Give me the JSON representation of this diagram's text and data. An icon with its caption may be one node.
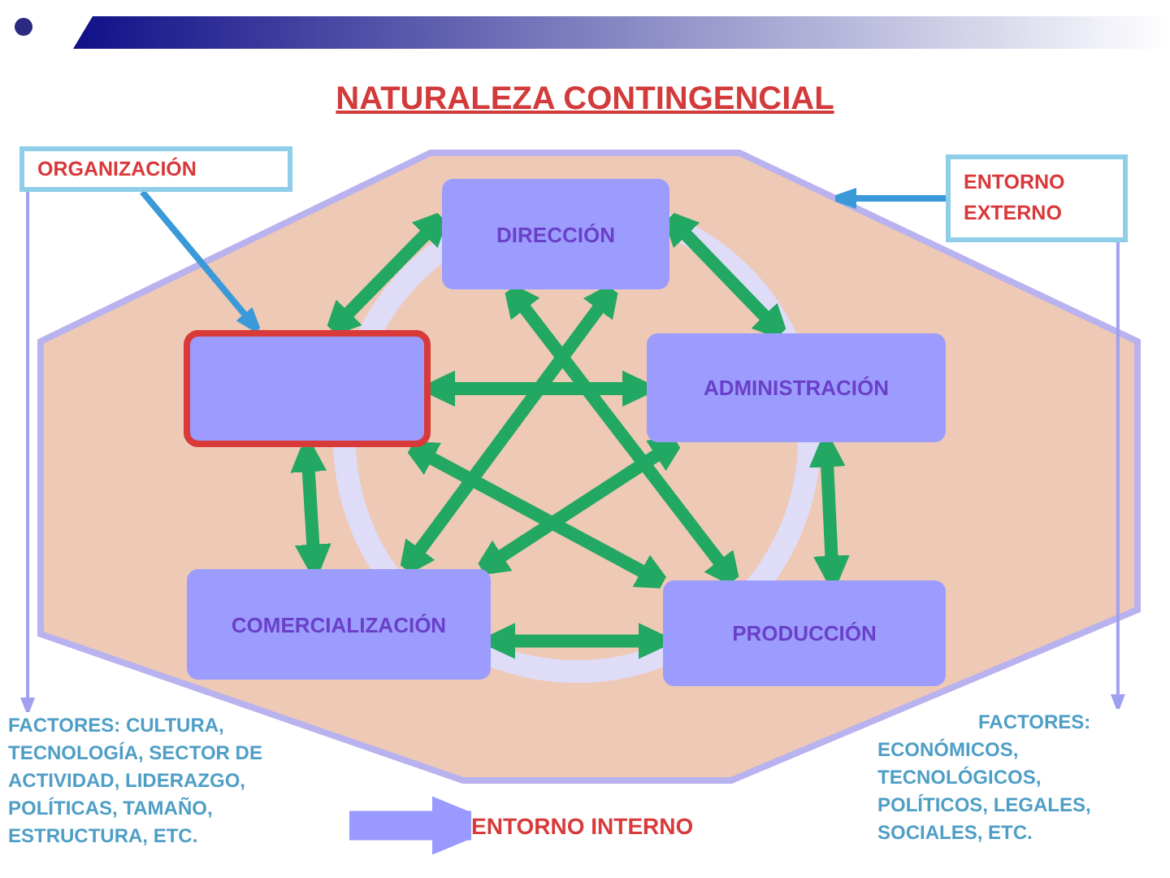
{
  "diagram": {
    "title": "NATURALEZA CONTINGENCIAL",
    "nodes": [
      {
        "text": [
          "ORGANIZACIÓN"
        ]
      },
      {
        "text": [
          "ENTORNO EXTERNO"
        ]
      },
      {
        "text": [],
        "shape": "octagon"
      },
      {
        "text": [
          "DIRECCIÓN"
        ],
        "in": 2
      },
      {
        "text": [],
        "shape": "box",
        "in": 2
      },
      {
        "text": [
          "ADMINISTRACIÓN"
        ],
        "in": 2
      },
      {
        "text": [
          "COMERCIALIZACIÓN"
        ],
        "in": 2
      },
      {
        "text": [
          "PRODUCCIÓN"
        ],
        "in": 2
      },
      {
        "text": [
          "FACTORES: CULTURA, TECNOLOGÍA, SECTOR DE ACTIVIDAD, LIDERAZGO, POLÍTICAS, TAMAÑO, ESTRUCTURA, ETC."
        ]
      },
      {
        "text": [
          "ENTORNO INTERNO"
        ]
      },
      {
        "text": [
          "FACTORES: ECONÓMICOS, TECNOLÓGICOS, POLÍTICOS, LEGALES, SOCIALES, ETC."
        ]
      }
    ],
    "edges": [
      {
        "from": 0,
        "to": 4,
        "arrow": "to",
        "color": "#3a9ad9"
      },
      {
        "from": 1,
        "to": 2,
        "arrow": "to",
        "color": "#3a9ad9"
      },
      {
        "from": 0,
        "to": 8,
        "arrow": "to",
        "color": "#a0a0f0"
      },
      {
        "from": 1,
        "to": 10,
        "arrow": "to",
        "color": "#a0a0f0"
      },
      {
        "from": 3,
        "to": 4,
        "arrow": "both"
      },
      {
        "from": 3,
        "to": 5,
        "arrow": "both"
      },
      {
        "from": 4,
        "to": 5,
        "arrow": "both"
      },
      {
        "from": 3,
        "to": 6,
        "arrow": "both"
      },
      {
        "from": 3,
        "to": 7,
        "arrow": "both"
      },
      {
        "from": 4,
        "to": 7,
        "arrow": "both"
      },
      {
        "from": 5,
        "to": 6,
        "arrow": "both"
      },
      {
        "from": 4,
        "to": 6,
        "arrow": "both"
      },
      {
        "from": 5,
        "to": 7,
        "arrow": "both"
      },
      {
        "from": 6,
        "to": 7,
        "arrow": "both"
      },
      {
        "from": 8,
        "to": 9,
        "arrow": "to",
        "style": "thick",
        "color": "#9999ff"
      }
    ]
  }
}
